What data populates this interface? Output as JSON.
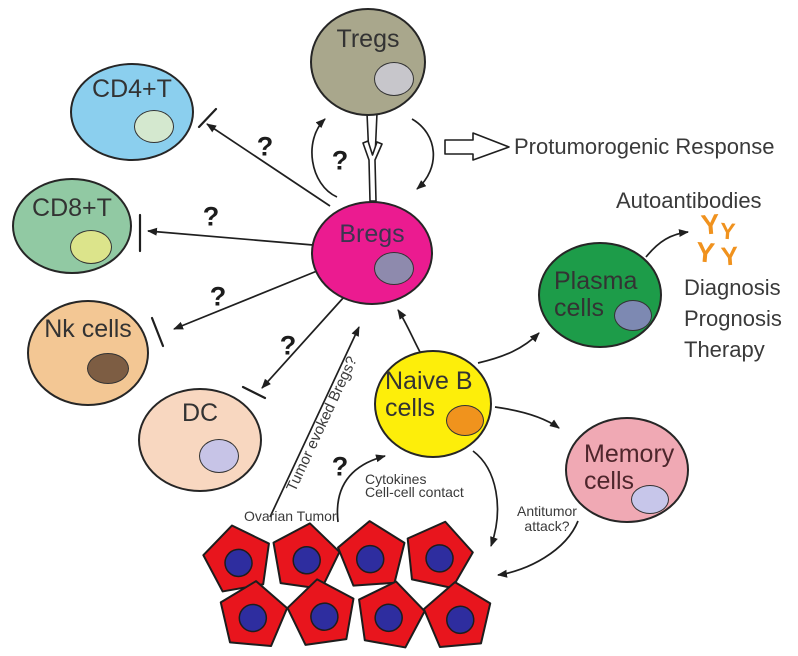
{
  "cells": {
    "tregs": {
      "label": "Tregs",
      "fill": "#a9a78c",
      "nucleus": "#c7c6cb"
    },
    "cd4t": {
      "label": "CD4+T",
      "fill": "#8bcfee",
      "nucleus": "#d4e8cf"
    },
    "cd8t": {
      "label": "CD8+T",
      "fill": "#91c9a3",
      "nucleus": "#dce48b"
    },
    "nk": {
      "label": "Nk cells",
      "fill": "#f3c794",
      "nucleus": "#7d5d43"
    },
    "dc": {
      "label": "DC",
      "fill": "#f8d7c0",
      "nucleus": "#c7c4e7"
    },
    "bregs": {
      "label": "Bregs",
      "fill": "#eb1b90",
      "nucleus": "#8e8aad"
    },
    "naiveb": {
      "label": "Naive B\ncells",
      "fill": "#fdee0a",
      "nucleus": "#f0931d"
    },
    "plasma": {
      "label": "Plasma\ncells",
      "fill": "#1d9c49",
      "nucleus": "#7d89b2"
    },
    "memory": {
      "label": "Memory\ncells",
      "fill": "#f0a9b4",
      "nucleus": "#c7c6ea"
    }
  },
  "tumor": {
    "label": "Ovarian Tumor",
    "cell_count": 8,
    "cell_fill": "#e8151d",
    "nucleus_fill": "#2e2d9f"
  },
  "annotations": {
    "protumorogenic": "Protumorogenic Response",
    "autoantibodies": "Autoantibodies",
    "diagnosis": "Diagnosis",
    "prognosis": "Prognosis",
    "therapy": "Therapy",
    "cytokines": "Cytokines",
    "cell_cell_contact": "Cell-cell contact",
    "antitumor_line1": "Antitumor",
    "antitumor_line2": "attack?",
    "tumor_evoked": "Tumor evoked Bregs?",
    "question_mark": "?"
  },
  "antibody": {
    "glyph": "Y",
    "color": "#f0921e"
  }
}
